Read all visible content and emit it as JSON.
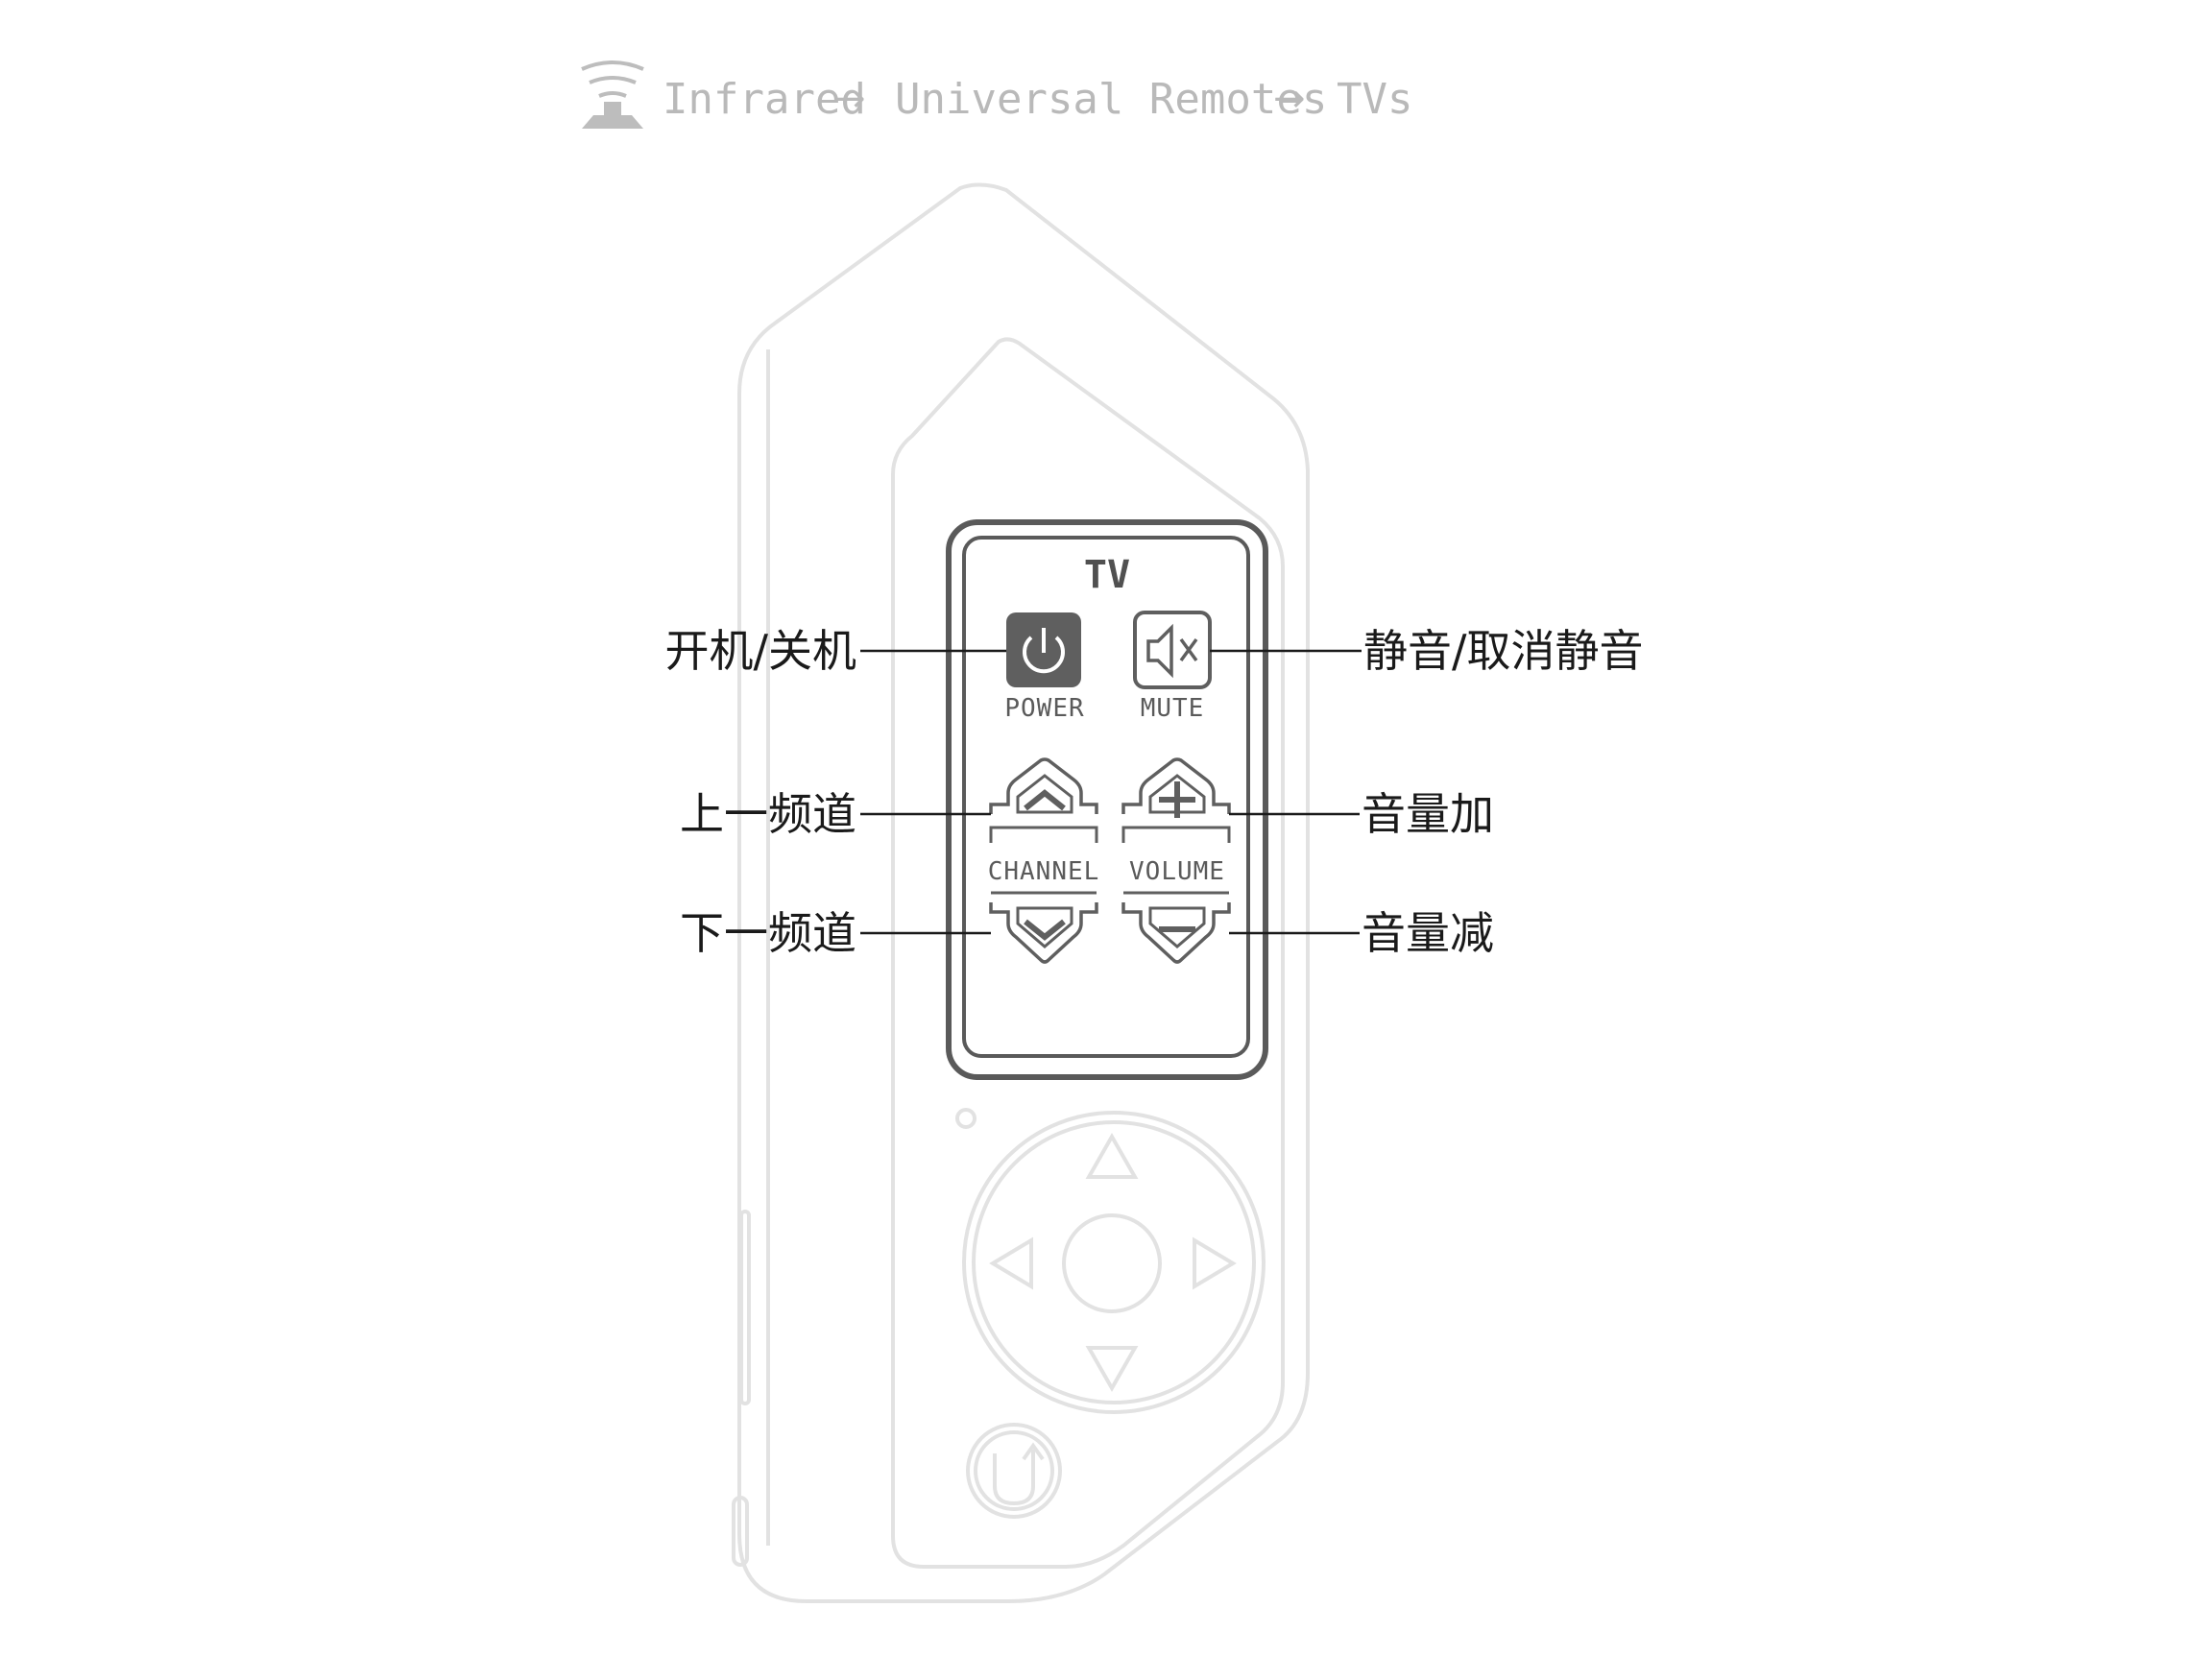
{
  "breadcrumb": {
    "icon": "infrared-antenna-icon",
    "items": [
      "Infrared",
      "Universal Remotes",
      "TVs"
    ],
    "separator": "→"
  },
  "screen": {
    "title": "TV",
    "buttons": {
      "power": {
        "caption": "POWER",
        "icon": "power-icon"
      },
      "mute": {
        "caption": "MUTE",
        "icon": "speaker-mute-icon"
      },
      "channel_up": {
        "icon": "chevron-up-icon"
      },
      "channel_down": {
        "icon": "chevron-down-icon"
      },
      "channel_caption": "CHANNEL",
      "volume_up": {
        "icon": "plus-icon"
      },
      "volume_down": {
        "icon": "minus-icon"
      },
      "volume_caption": "VOLUME"
    }
  },
  "callouts": {
    "power": "开机/关机",
    "mute": "静音/取消静音",
    "channel_up": "上一频道",
    "channel_down": "下一频道",
    "volume_up": "音量加",
    "volume_down": "音量减"
  },
  "colors": {
    "device_outline": "#e2e2e2",
    "screen_outline": "#5a5a5a",
    "label_text": "#1a1a1a",
    "breadcrumb_text": "#b9b9b9",
    "power_fill": "#5f5f5f"
  }
}
